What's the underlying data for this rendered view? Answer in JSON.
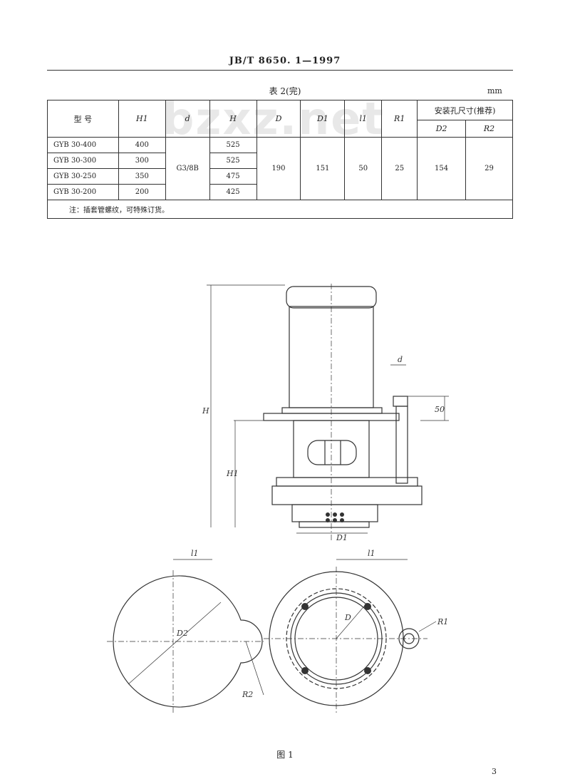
{
  "header": {
    "std_no": "JB/T 8650. 1—1997"
  },
  "watermark": "bzxz.net",
  "table": {
    "caption": "表 2(完)",
    "unit": "mm",
    "headers": {
      "model": "型  号",
      "H1": "H1",
      "d": "d",
      "H": "H",
      "D": "D",
      "D1": "D1",
      "l1": "l1",
      "R1": "R1",
      "mount": "安装孔尺寸(推荐)",
      "D2": "D2",
      "R2": "R2"
    },
    "rows": [
      {
        "model": "GYB 30-400",
        "H1": "400",
        "H": "525"
      },
      {
        "model": "GYB 30-300",
        "H1": "300",
        "H": "525"
      },
      {
        "model": "GYB 30-250",
        "H1": "350",
        "H": "475"
      },
      {
        "model": "GYB 30-200",
        "H1": "200",
        "H": "425"
      }
    ],
    "shared": {
      "d": "G3/8B",
      "D": "190",
      "D1": "151",
      "l1": "50",
      "R1": "25",
      "D2": "154",
      "R2": "29"
    },
    "note": "注：插套管螺纹，可特殊订货。"
  },
  "figure": {
    "labels": {
      "H": "H",
      "H1": "H1",
      "d": "d",
      "dim50": "50",
      "D1": "D1",
      "l1_left": "l1",
      "l1_right": "l1",
      "D2": "D2",
      "D": "D",
      "R1": "R1",
      "R2": "R2"
    },
    "caption": "图 1"
  },
  "page_number": "3"
}
